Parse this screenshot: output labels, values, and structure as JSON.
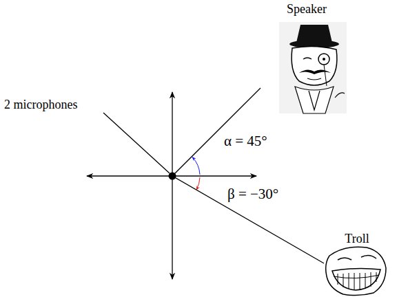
{
  "diagram": {
    "labels": [
      "Speaker",
      "Troll",
      "2 microphones",
      "α = 45°",
      "β = −30°"
    ]
  }
}
